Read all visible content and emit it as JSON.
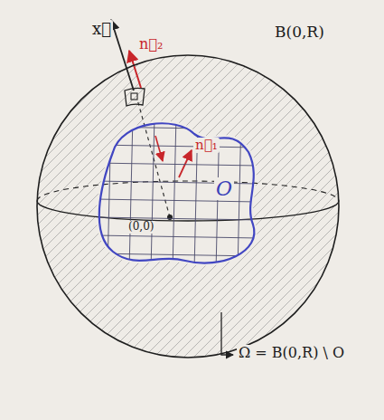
{
  "diagram": {
    "nodes": [
      {
        "text": [
          "B(0,R)"
        ]
      },
      {
        "text": [
          "O"
        ],
        "in": 0
      }
    ],
    "labels": [
      "x⃗",
      "n⃗₂",
      "n⃗₁",
      "(0,0)",
      "Ω = B(0,R) \\ O"
    ]
  }
}
